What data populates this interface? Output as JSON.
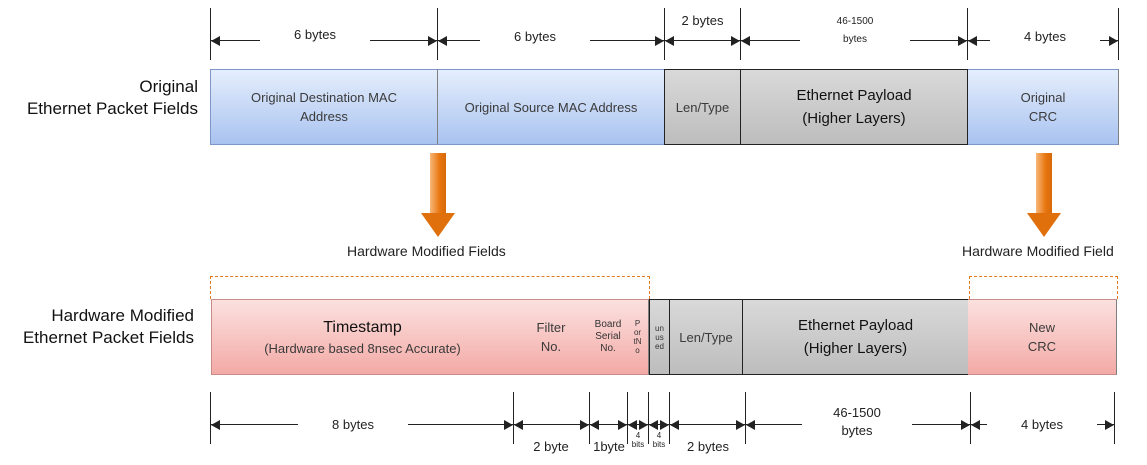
{
  "top": {
    "row_label": [
      "Original",
      "Ethernet Packet Fields"
    ],
    "sizes": [
      "6 bytes",
      "6 bytes",
      "2 bytes",
      "46-1500",
      "bytes",
      "4 bytes"
    ],
    "fields": {
      "dst_mac": [
        "Original Destination MAC",
        "Address"
      ],
      "src_mac": "Original Source MAC Address",
      "len_type": "Len/Type",
      "payload": [
        "Ethernet Payload",
        "(Higher Layers)"
      ],
      "crc": [
        "Original",
        "CRC"
      ]
    }
  },
  "captions": {
    "left": "Hardware Modified Fields",
    "right": "Hardware Modified Field"
  },
  "bottom": {
    "row_label": [
      "Hardware Modified",
      "Ethernet Packet Fields"
    ],
    "fields": {
      "timestamp": "Timestamp",
      "timestamp_sub": "(Hardware based 8nsec Accurate)",
      "filter": [
        "Filter",
        "No."
      ],
      "board": [
        "Board",
        "Serial",
        "No."
      ],
      "port": "PortNo",
      "unused": "unused",
      "len_type": "Len/Type",
      "payload": [
        "Ethernet Payload",
        "(Higher Layers)"
      ],
      "crc": [
        "New",
        "CRC"
      ]
    },
    "sizes": {
      "timestamp": "8 bytes",
      "filter": "2 byte",
      "board": "1byte",
      "port": [
        "4",
        "bits"
      ],
      "unused": [
        "4",
        "bits"
      ],
      "len_type": "2 bytes",
      "payload": [
        "46-1500",
        "bytes"
      ],
      "crc": "4 bytes"
    }
  },
  "colors": {
    "arrow": "#e8760f",
    "blue": "#a9c3f0",
    "pink": "#f3aaa6",
    "gray": "#bdbdbd"
  }
}
